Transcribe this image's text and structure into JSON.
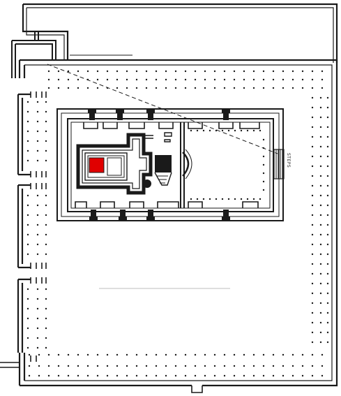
{
  "labels": {
    "steps": "STEPS"
  },
  "colors": {
    "ink": "#1a1a1a",
    "highlight": "#e00000",
    "background": "#ffffff"
  },
  "icons": {
    "altar": "black-square",
    "laver": "black-circle"
  }
}
